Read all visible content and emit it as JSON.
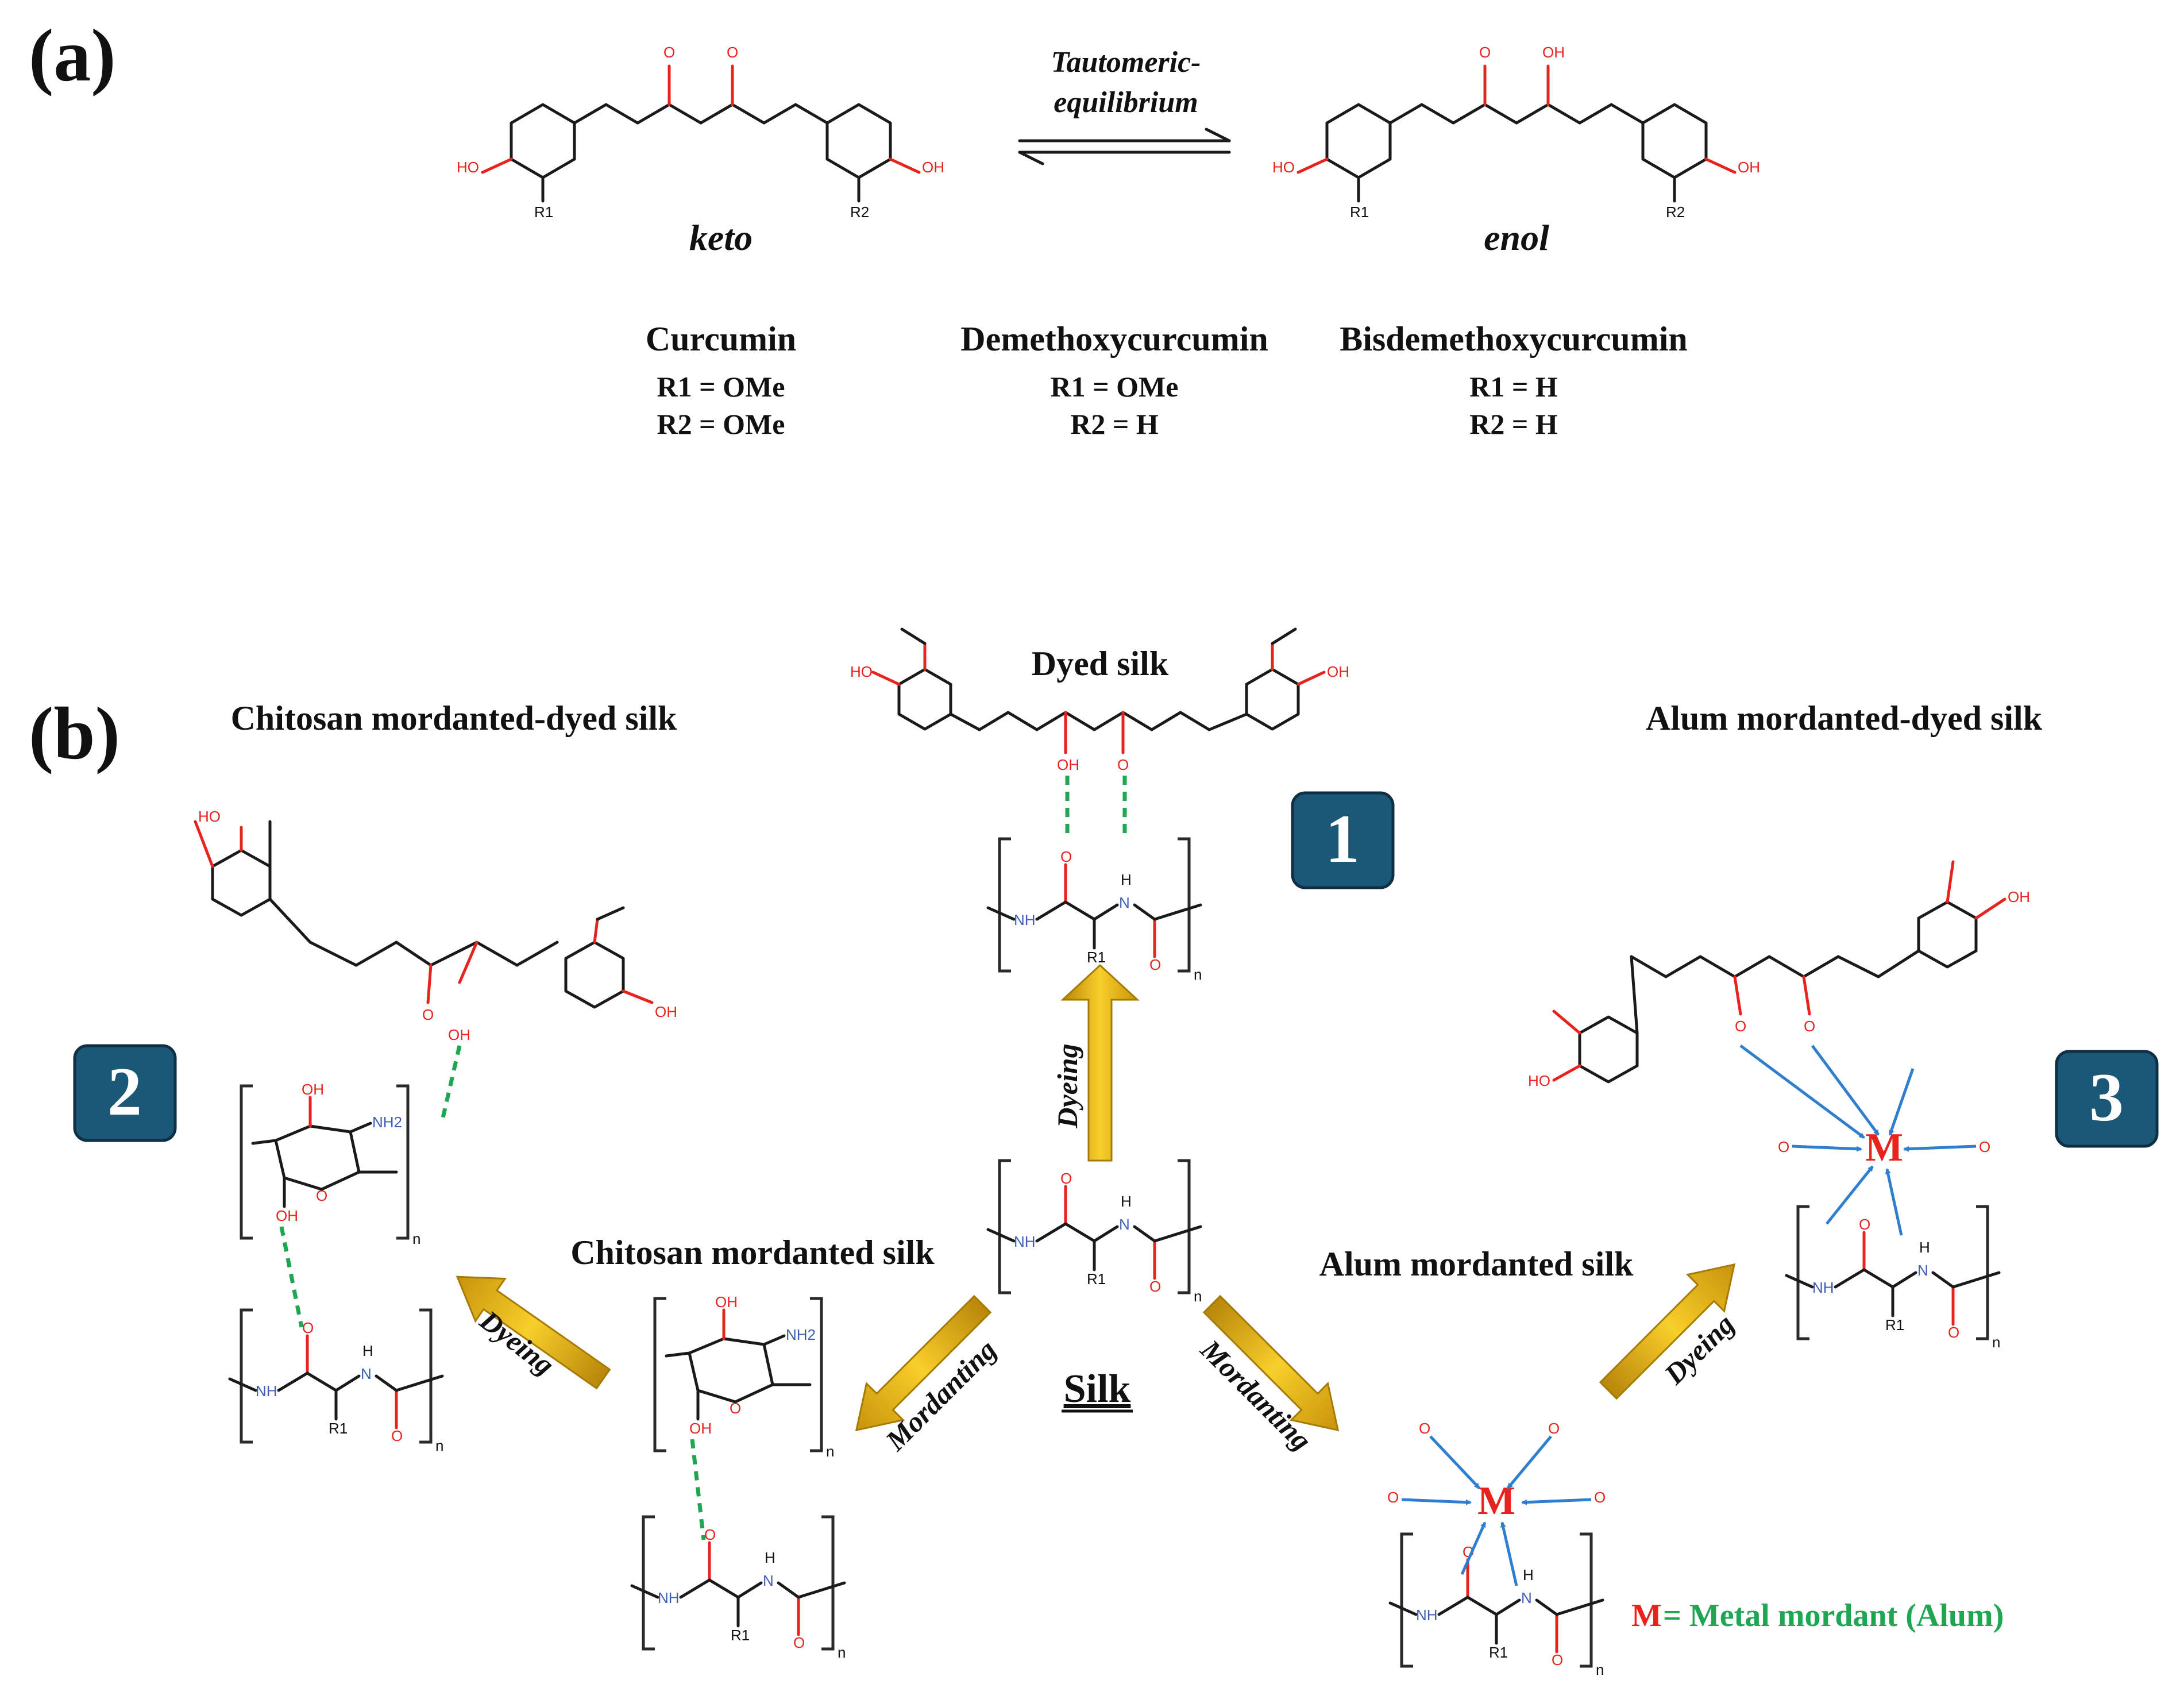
{
  "panel_a": {
    "label": "(a)",
    "equilibrium_label": [
      "Tautomeric-",
      "equilibrium"
    ],
    "keto_label": "keto",
    "enol_label": "enol",
    "compounds": [
      {
        "name": "Curcumin",
        "r1": "R1 = OMe",
        "r2": "R2 = OMe"
      },
      {
        "name": "Demethoxycurcumin",
        "r1": "R1 = OMe",
        "r2": "R2 = H"
      },
      {
        "name": "Bisdemethoxycurcumin",
        "r1": "R1 = H",
        "r2": "R2 = H"
      }
    ]
  },
  "panel_b": {
    "label": "(b)",
    "center_label": "Silk",
    "titles": {
      "dyed": "Dyed silk",
      "chitosan_dyed": "Chitosan mordanted-dyed silk",
      "alum_dyed": "Alum mordanted-dyed silk",
      "chitosan": "Chitosan mordanted silk",
      "alum": "Alum mordanted silk"
    },
    "badges": [
      "1",
      "2",
      "3"
    ],
    "arrows": {
      "dyeing": "Dyeing",
      "mordanting": "Mordanting"
    },
    "metal_symbol": "M",
    "legend": {
      "symbol": "M",
      "text": "= Metal mordant (Alum)"
    }
  },
  "atoms": {
    "ho": "HO",
    "oh": "OH",
    "o": "O",
    "h": "H",
    "n": "N",
    "nh": "NH",
    "nh2": "NH2",
    "r1": "R1",
    "r2": "R2",
    "n_sub": "n"
  },
  "colors": {
    "badge": "#1b5878",
    "arrow": "#e5ad10",
    "hbond": "#1fa653",
    "metal": "#e8231e",
    "coordination": "#2f7fd0",
    "legend_text": "#1fa653"
  }
}
